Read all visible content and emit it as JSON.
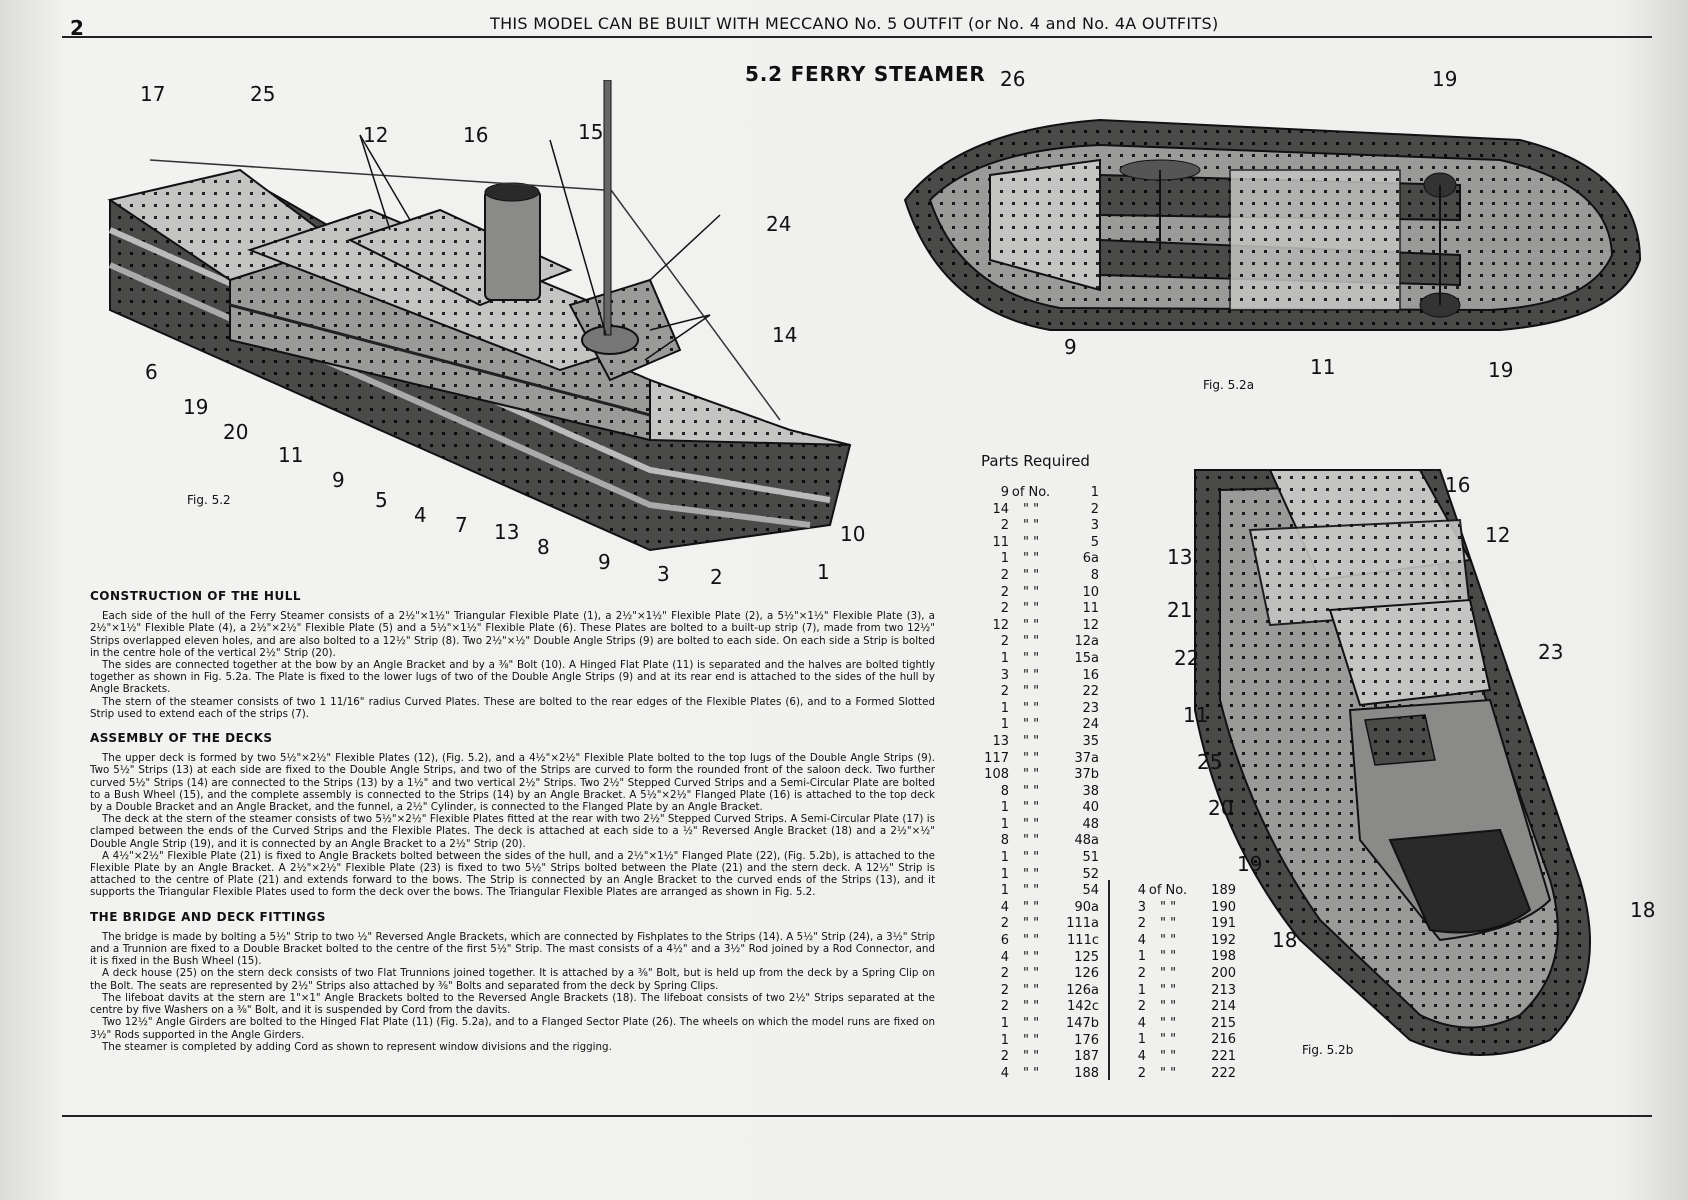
{
  "header": {
    "page_number": "2",
    "running_head": "THIS MODEL CAN BE BUILT WITH MECCANO No. 5 OUTFIT (or No. 4 and No. 4A OUTFITS)"
  },
  "title": "5.2  FERRY STEAMER",
  "figures": {
    "fig1": {
      "caption": "Fig. 5.2",
      "callouts": [
        "17",
        "25",
        "12",
        "16",
        "15",
        "24",
        "14",
        "6",
        "19",
        "20",
        "11",
        "9",
        "5",
        "4",
        "7",
        "13",
        "8",
        "9",
        "3",
        "2",
        "1",
        "10"
      ]
    },
    "fig2": {
      "caption": "Fig. 5.2a",
      "callouts": [
        "26",
        "19",
        "9",
        "11",
        "19"
      ]
    },
    "fig3": {
      "caption": "Fig. 5.2b",
      "callouts": [
        "16",
        "12",
        "13",
        "21",
        "22",
        "23",
        "11",
        "25",
        "20",
        "19",
        "18",
        "18"
      ]
    }
  },
  "sections": [
    {
      "heading": "CONSTRUCTION OF THE HULL",
      "paragraphs": [
        "Each side of the hull of the Ferry Steamer consists of a 2½\"×1½\" Triangular Flexible Plate (1), a 2½\"×1½\" Flexible Plate (2), a 5½\"×1½\" Flexible Plate (3), a 2½\"×1½\" Flexible Plate (4), a 2½\"×2½\" Flexible Plate (5) and a 5½\"×1½\" Flexible Plate (6). These Plates are bolted to a built-up strip (7), made from two 12½\" Strips overlapped eleven holes, and are also bolted to a 12½\" Strip (8). Two 2½\"×½\" Double Angle Strips (9) are bolted to each side. On each side a Strip is bolted in the centre hole of the vertical 2½\" Strip (20).",
        "The sides are connected together at the bow by an Angle Bracket and by a ⅜\" Bolt (10). A Hinged Flat Plate (11) is separated and the halves are bolted tightly together as shown in Fig. 5.2a. The Plate is fixed to the lower lugs of two of the Double Angle Strips (9) and at its rear end is attached to the sides of the hull by Angle Brackets.",
        "The stern of the steamer consists of two 1 11/16\" radius Curved Plates. These are bolted to the rear edges of the Flexible Plates (6), and to a Formed Slotted Strip used to extend each of the strips (7)."
      ]
    },
    {
      "heading": "ASSEMBLY OF THE DECKS",
      "paragraphs": [
        "The upper deck is formed by two 5½\"×2½\" Flexible Plates (12), (Fig. 5.2), and a 4½\"×2½\" Flexible Plate bolted to the top lugs of the Double Angle Strips (9). Two 5½\" Strips (13) at each side are fixed to the Double Angle Strips, and two of the Strips are curved to form the rounded front of the saloon deck. Two further curved 5½\" Strips (14) are connected to the Strips (13) by a 1½\" and two vertical 2½\" Strips. Two 2½\" Stepped Curved Strips and a Semi-Circular Plate are bolted to a Bush Wheel (15), and the complete assembly is connected to the Strips (14) by an Angle Bracket. A 5½\"×2½\" Flanged Plate (16) is attached to the top deck by a Double Bracket and an Angle Bracket, and the funnel, a 2½\" Cylinder, is connected to the Flanged Plate by an Angle Bracket.",
        "The deck at the stern of the steamer consists of two 5½\"×2½\" Flexible Plates fitted at the rear with two 2½\" Stepped Curved Strips. A Semi-Circular Plate (17) is clamped between the ends of the Curved Strips and the Flexible Plates. The deck is attached at each side to a ½\" Reversed Angle Bracket (18) and a 2½\"×½\" Double Angle Strip (19), and it is connected by an Angle Bracket to a 2½\" Strip (20).",
        "A 4½\"×2½\" Flexible Plate (21) is fixed to Angle Brackets bolted between the sides of the hull, and a 2½\"×1½\" Flanged Plate (22), (Fig. 5.2b), is attached to the Flexible Plate by an Angle Bracket. A 2½\"×2½\" Flexible Plate (23) is fixed to two 5½\" Strips bolted between the Plate (21) and the stern deck. A 12½\" Strip is attached to the centre of Plate (21) and extends forward to the bows. The Strip is connected by an Angle Bracket to the curved ends of the Strips (13), and it supports the Triangular Flexible Plates used to form the deck over the bows. The Triangular Flexible Plates are arranged as shown in Fig. 5.2."
      ]
    },
    {
      "heading": "THE BRIDGE AND DECK FITTINGS",
      "paragraphs": [
        "The bridge is made by bolting a 5½\" Strip to two ½\" Reversed Angle Brackets, which are connected by Fishplates to the Strips (14). A 5½\" Strip (24), a 3½\" Strip and a Trunnion are fixed to a Double Bracket bolted to the centre of the first 5½\" Strip. The mast consists of a 4½\" and a 3½\" Rod joined by a Rod Connector, and it is fixed in the Bush Wheel (15).",
        "A deck house (25) on the stern deck consists of two Flat Trunnions joined together. It is attached by a ⅜\" Bolt, but is held up from the deck by a Spring Clip on the Bolt. The seats are represented by 2½\" Strips also attached by ⅜\" Bolts and separated from the deck by Spring Clips.",
        "The lifeboat davits at the stern are 1\"×1\" Angle Brackets bolted to the Reversed Angle Brackets (18). The lifeboat consists of two 2½\" Strips separated at the centre by five Washers on a ⅜\" Bolt, and it is suspended by Cord from the davits.",
        "Two 12½\" Angle Girders are bolted to the Hinged Flat Plate (11) (Fig. 5.2a), and to a Flanged Sector Plate (26). The wheels on which the model runs are fixed on 3½\" Rods supported in the Angle Girders.",
        "The steamer is completed by adding Cord as shown to represent window divisions and the rigging."
      ]
    }
  ],
  "parts": {
    "title": "Parts Required",
    "of_label": "of No.",
    "ditto": "\"",
    "col1": [
      [
        "9",
        "1"
      ],
      [
        "14",
        "2"
      ],
      [
        "2",
        "3"
      ],
      [
        "11",
        "5"
      ],
      [
        "1",
        "6a"
      ],
      [
        "2",
        "8"
      ],
      [
        "2",
        "10"
      ],
      [
        "2",
        "11"
      ],
      [
        "12",
        "12"
      ],
      [
        "2",
        "12a"
      ],
      [
        "1",
        "15a"
      ],
      [
        "3",
        "16"
      ],
      [
        "2",
        "22"
      ],
      [
        "1",
        "23"
      ],
      [
        "1",
        "24"
      ],
      [
        "13",
        "35"
      ],
      [
        "117",
        "37a"
      ],
      [
        "108",
        "37b"
      ],
      [
        "8",
        "38"
      ],
      [
        "1",
        "40"
      ],
      [
        "1",
        "48"
      ],
      [
        "8",
        "48a"
      ],
      [
        "1",
        "51"
      ],
      [
        "1",
        "52"
      ],
      [
        "1",
        "54"
      ],
      [
        "4",
        "90a"
      ],
      [
        "2",
        "111a"
      ],
      [
        "6",
        "111c"
      ],
      [
        "4",
        "125"
      ],
      [
        "2",
        "126"
      ],
      [
        "2",
        "126a"
      ],
      [
        "2",
        "142c"
      ],
      [
        "1",
        "147b"
      ],
      [
        "1",
        "176"
      ],
      [
        "2",
        "187"
      ],
      [
        "4",
        "188"
      ]
    ],
    "col2": [
      [
        "4",
        "189"
      ],
      [
        "3",
        "190"
      ],
      [
        "2",
        "191"
      ],
      [
        "4",
        "192"
      ],
      [
        "1",
        "198"
      ],
      [
        "2",
        "200"
      ],
      [
        "1",
        "213"
      ],
      [
        "2",
        "214"
      ],
      [
        "4",
        "215"
      ],
      [
        "1",
        "216"
      ],
      [
        "4",
        "221"
      ],
      [
        "2",
        "222"
      ]
    ]
  }
}
